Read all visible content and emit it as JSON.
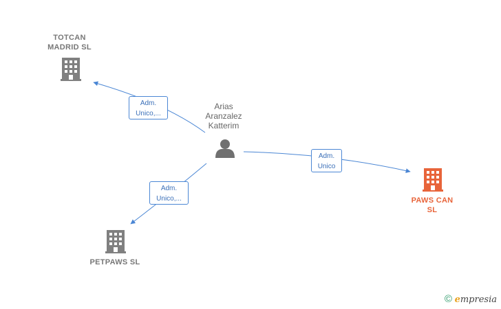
{
  "nodes": {
    "totcan": {
      "label": "TOTCAN\nMADRID SL",
      "icon": "building-icon"
    },
    "person": {
      "label": "Arias\nAranzalez\nKatterim",
      "icon": "person-icon"
    },
    "paws": {
      "label": "PAWS CAN\nSL",
      "icon": "building-icon"
    },
    "petpaws": {
      "label": "PETPAWS SL",
      "icon": "building-icon"
    }
  },
  "edges": {
    "to_totcan": {
      "label": "Adm.\nUnico,..."
    },
    "to_paws": {
      "label": "Adm.\nUnico"
    },
    "to_petpaws": {
      "label": "Adm.\nUnico,..."
    }
  },
  "colors": {
    "company": "#808080",
    "focus": "#e8643a",
    "person": "#707070",
    "edge": "#4a86d4"
  },
  "brand": {
    "copyright": "©",
    "e": "e",
    "rest": "mpresia"
  }
}
